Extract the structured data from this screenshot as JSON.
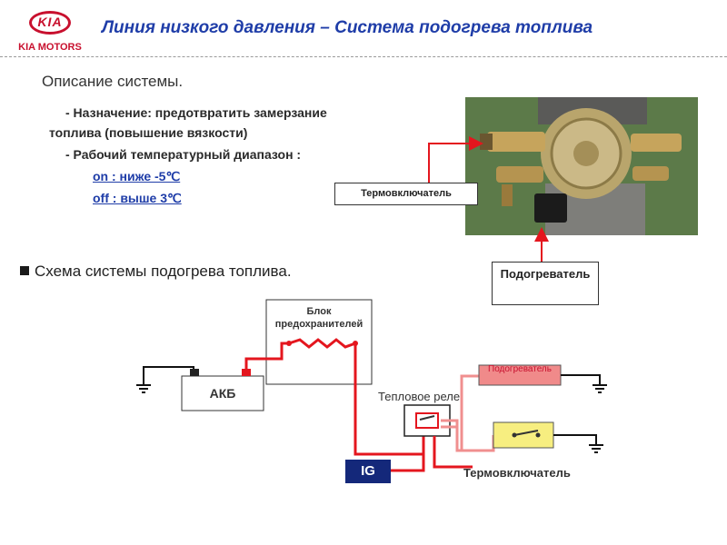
{
  "brand": {
    "logo_text": "KIA",
    "motors_text": "KIA MOTORS"
  },
  "header": {
    "title": "Линия низкого давления – Система подогрева топлива"
  },
  "description": {
    "heading": "Описание системы.",
    "purpose_line1": "- Назначение:  предотвратить замерзание",
    "purpose_line2": "топлива (повышение вязкости)",
    "range_heading": "- Рабочий температурный диапазон :",
    "on_text": "on : ниже -5℃",
    "off_text": "off : выше 3℃"
  },
  "photo_labels": {
    "thermoswitch": "Термовключатель",
    "heater": "Подогреватель"
  },
  "scheme": {
    "title": "Схема системы подогрева топлива.",
    "fuse_block": "Блок предохранителей",
    "battery": "АКБ",
    "thermal_relay": "Тепловое реле",
    "heater": "Подогреватель",
    "ig": "IG",
    "thermoswitch": "Термовключатель"
  },
  "colors": {
    "brand_red": "#c8102e",
    "title_blue": "#1f3da8",
    "wire_red": "#e4161e",
    "wire_pink": "#f08f8f",
    "ig_navy": "#14287a",
    "heater_fill": "#f08a8a",
    "switch_fill": "#f7ee80"
  }
}
